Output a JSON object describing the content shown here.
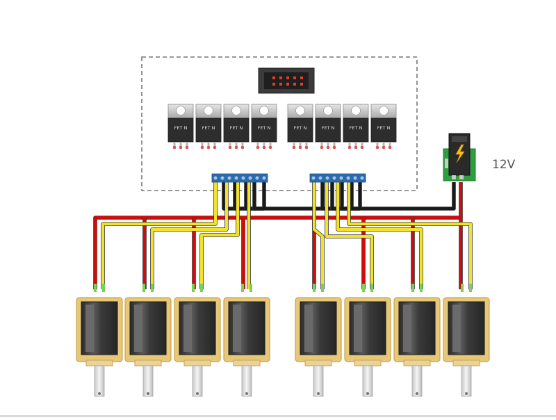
{
  "power": {
    "voltage_label": "12V",
    "jack_icon": "lightning-bolt-icon"
  },
  "mosfets": {
    "part_label": "FET N",
    "count": 8
  },
  "solenoids": {
    "count": 8
  },
  "colors": {
    "power_wire": "#d20a0a",
    "ground_wire": "#1a1a1a",
    "signal_wire": "#f2e22a",
    "terminal_block": "#2b6cb0",
    "solenoid_frame": "#e6c878",
    "solenoid_core": "#3a3a3a",
    "pcb": "#2e9e3e",
    "header_led": "#e0402a",
    "dashed_border": "#777777"
  }
}
